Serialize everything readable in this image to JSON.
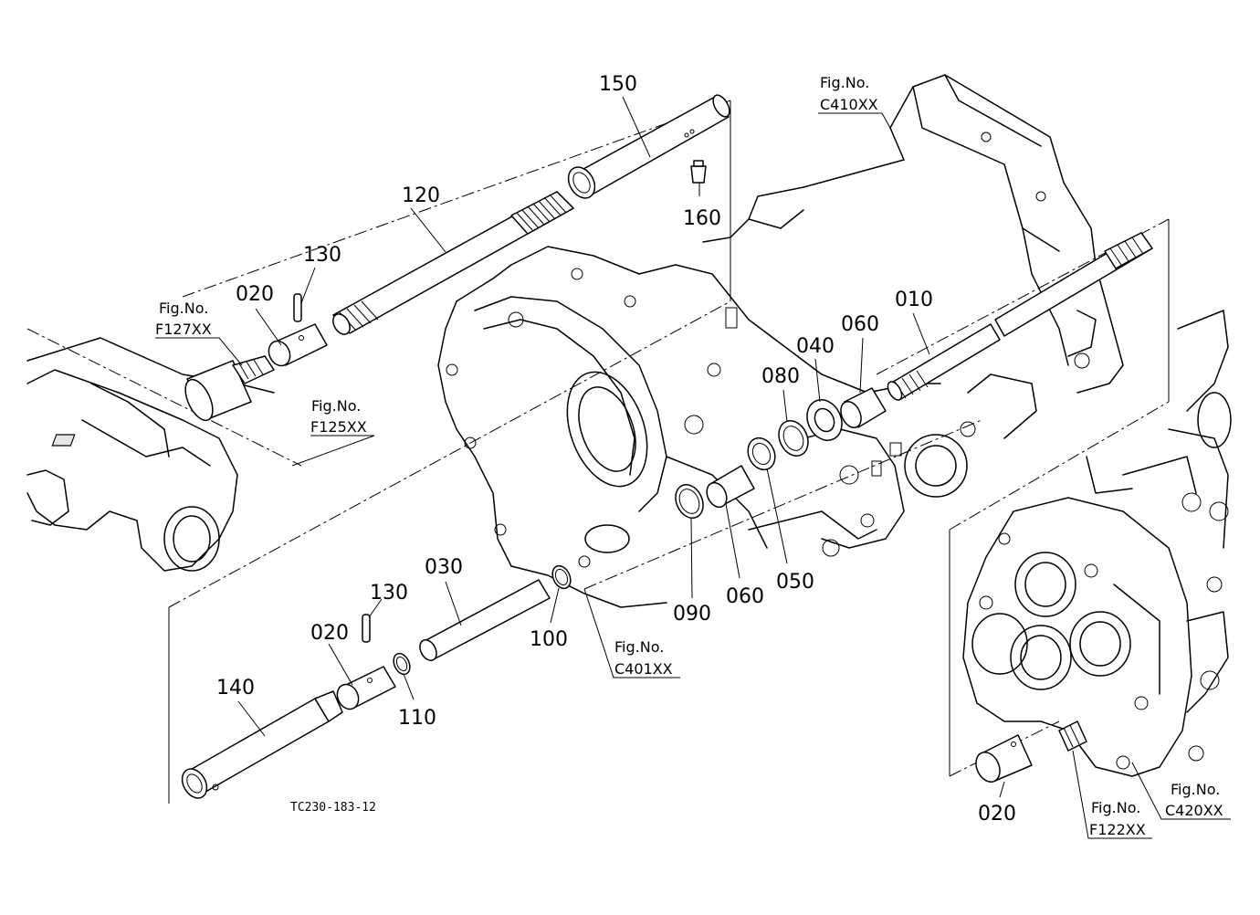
{
  "parts": {
    "p150": "150",
    "p160": "160",
    "p120": "120",
    "p130a": "130",
    "p020a": "020",
    "p010": "010",
    "p060a": "060",
    "p040": "040",
    "p080": "080",
    "p050": "050",
    "p060b": "060",
    "p090": "090",
    "p100": "100",
    "p030": "030",
    "p130b": "130",
    "p020b": "020",
    "p110": "110",
    "p140": "140",
    "p020c": "020"
  },
  "figures": {
    "c410": {
      "label": "Fig.No.",
      "code": "C410XX"
    },
    "f127": {
      "label": "Fig.No.",
      "code": "F127XX"
    },
    "f125": {
      "label": "Fig.No.",
      "code": "F125XX"
    },
    "c401": {
      "label": "Fig.No.",
      "code": "C401XX"
    },
    "c420": {
      "label": "Fig.No.",
      "code": "C420XX"
    },
    "f122": {
      "label": "Fig.No.",
      "code": "F122XX"
    }
  },
  "drawing_code": "TC230-183-12"
}
